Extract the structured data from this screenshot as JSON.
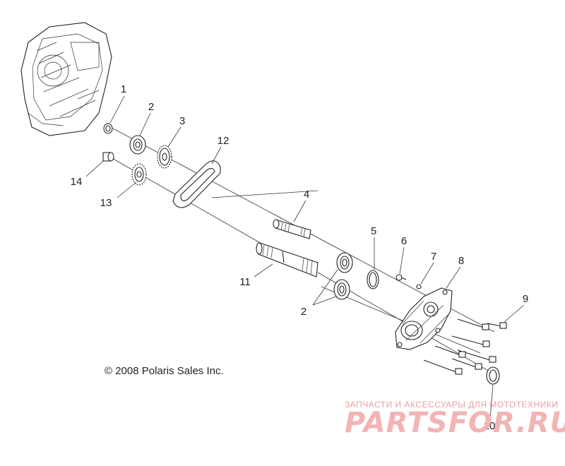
{
  "callouts": [
    {
      "id": "c1",
      "text": "1"
    },
    {
      "id": "c2a",
      "text": "2"
    },
    {
      "id": "c3",
      "text": "3"
    },
    {
      "id": "c12",
      "text": "12"
    },
    {
      "id": "c14",
      "text": "14"
    },
    {
      "id": "c13",
      "text": "13"
    },
    {
      "id": "c4",
      "text": "4"
    },
    {
      "id": "c5",
      "text": "5"
    },
    {
      "id": "c6",
      "text": "6"
    },
    {
      "id": "c7",
      "text": "7"
    },
    {
      "id": "c8",
      "text": "8"
    },
    {
      "id": "c9",
      "text": "9"
    },
    {
      "id": "c11",
      "text": "11"
    },
    {
      "id": "c2b",
      "text": "2"
    },
    {
      "id": "c10",
      "text": "10"
    }
  ],
  "copyright": "© 2008 Polaris Sales Inc.",
  "watermark": {
    "tagline": "ЗАПЧАСТИ И АКСЕССУАРЫ ДЛЯ МОТОТЕХНИКИ",
    "brand": "PARTSFOR.RU"
  },
  "colors": {
    "line": "#222222",
    "watermark": "#f3b4b4"
  }
}
